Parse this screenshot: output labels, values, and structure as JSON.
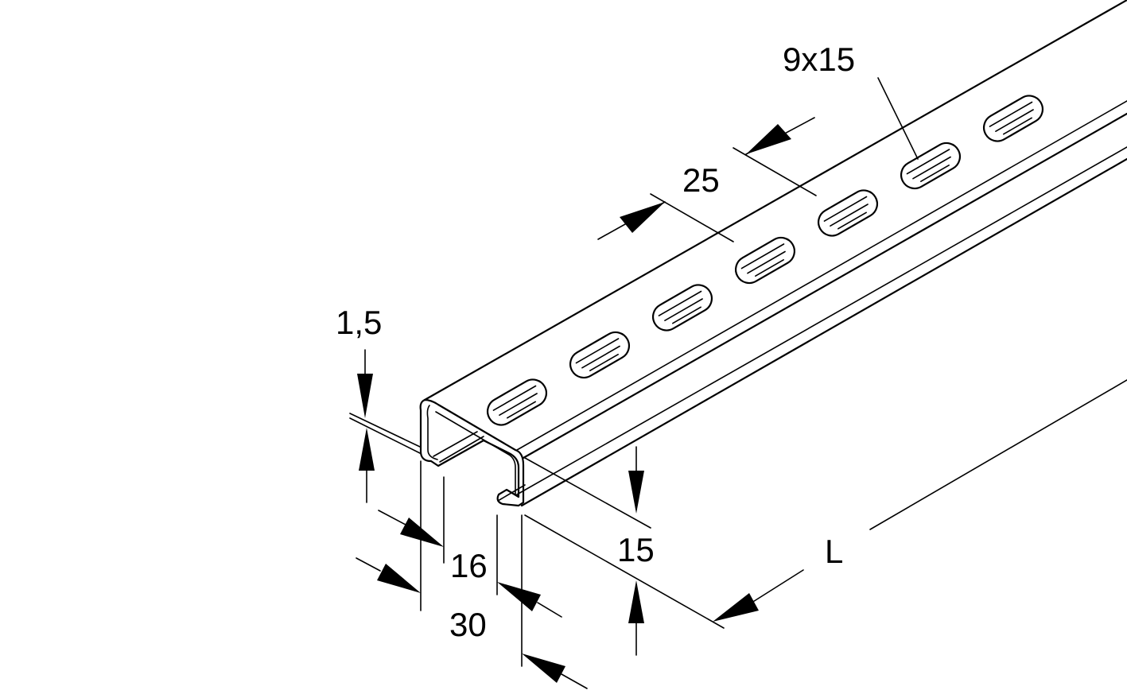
{
  "colors": {
    "line": "#000000",
    "background": "#ffffff"
  },
  "dimensions": {
    "slot": "9x15",
    "pitch": "25",
    "thickness": "1,5",
    "opening": "16",
    "width": "30",
    "height": "15",
    "length": "L"
  }
}
